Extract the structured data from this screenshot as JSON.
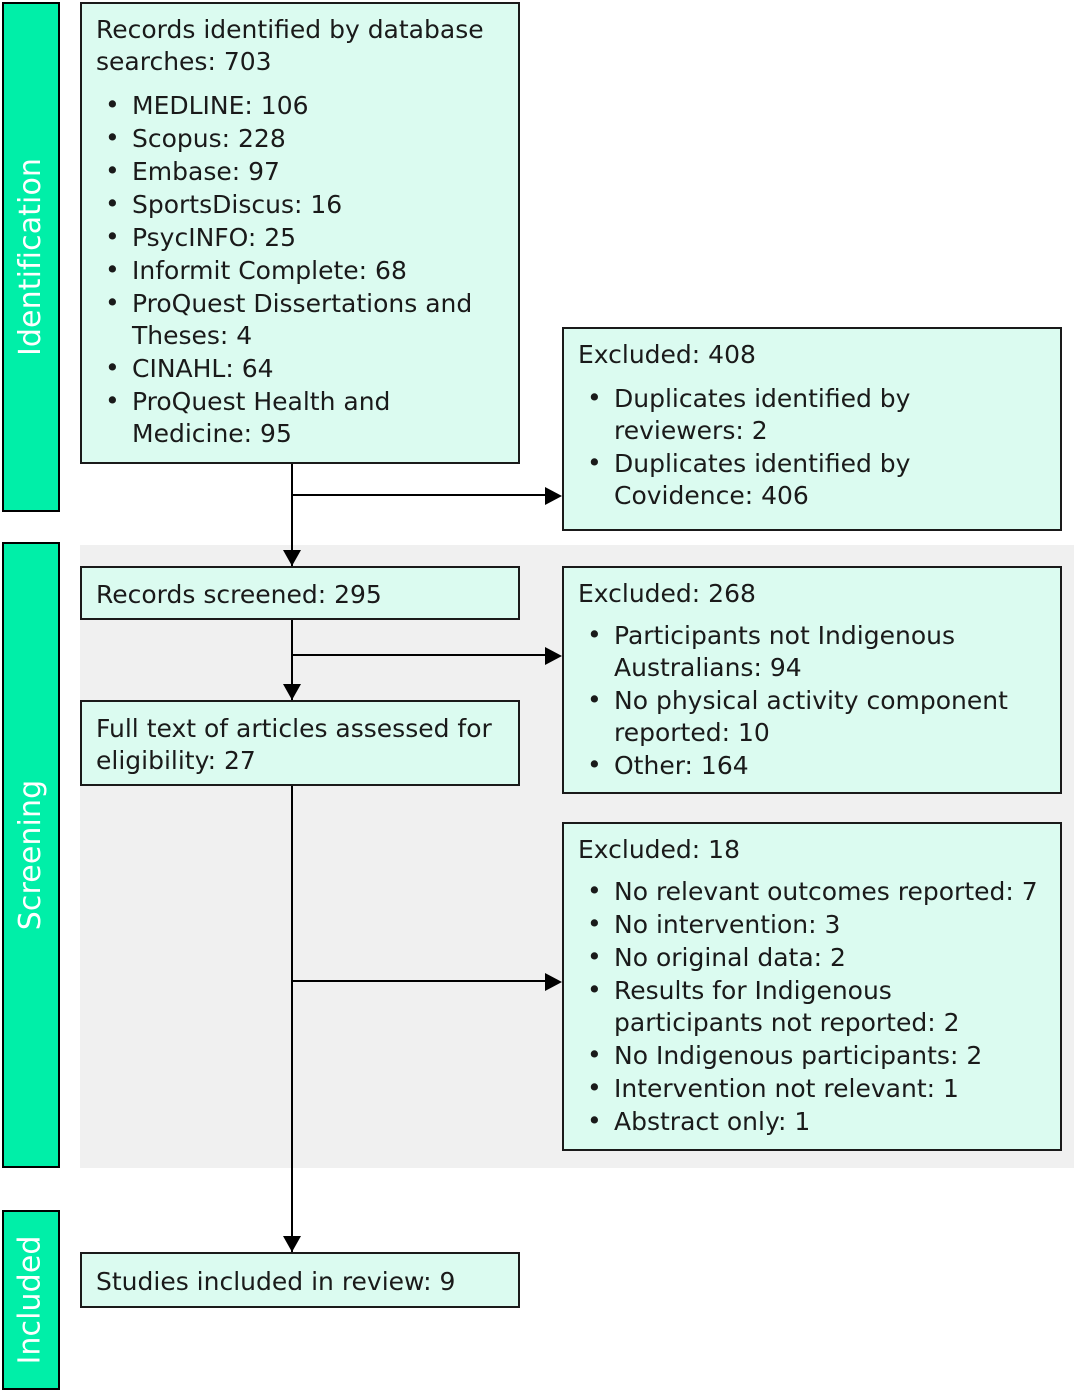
{
  "diagram": {
    "title": "PRISMA flow diagram",
    "colors": {
      "stage_bar": "#00efa8",
      "box_fill": "#dbfbf0",
      "band_fill": "#f0f0f0",
      "border": "#1a1a1a",
      "stage_label_text": "#ffffff"
    }
  },
  "stages": [
    {
      "id": "identification",
      "label": "Identification"
    },
    {
      "id": "screening",
      "label": "Screening"
    },
    {
      "id": "included",
      "label": "Included"
    }
  ],
  "boxes": {
    "identified": {
      "headline": "Records identified by database searches: 703",
      "items": [
        "MEDLINE: 106",
        "Scopus: 228",
        "Embase: 97",
        "SportsDiscus: 16",
        "PsycINFO: 25",
        "Informit Complete: 68",
        "ProQuest Dissertations and Theses: 4",
        "CINAHL: 64",
        "ProQuest Health and Medicine: 95"
      ]
    },
    "excluded_408": {
      "headline": "Excluded: 408",
      "items": [
        "Duplicates identified by reviewers: 2",
        "Duplicates identified by Covidence: 406"
      ]
    },
    "screened": {
      "headline": "Records screened: 295",
      "items": []
    },
    "excluded_268": {
      "headline": "Excluded: 268",
      "items": [
        "Participants not Indigenous Australians: 94",
        "No physical activity component reported: 10",
        "Other: 164"
      ]
    },
    "fulltext": {
      "headline": "Full text of articles assessed for eligibility: 27",
      "items": []
    },
    "excluded_18": {
      "headline": "Excluded: 18",
      "items": [
        "No relevant outcomes reported: 7",
        "No intervention: 3",
        "No original data: 2",
        "Results for Indigenous participants not reported: 2",
        "No Indigenous participants: 2",
        "Intervention not relevant: 1",
        "Abstract only: 1"
      ]
    },
    "included": {
      "headline": "Studies included in review: 9",
      "items": []
    }
  },
  "chart_data": {
    "type": "flowchart",
    "title": "PRISMA flow diagram",
    "nodes": [
      {
        "id": "identified",
        "stage": "Identification",
        "label": "Records identified by database searches",
        "value": 703
      },
      {
        "id": "excluded_408",
        "stage": "Identification",
        "label": "Excluded",
        "value": 408
      },
      {
        "id": "screened",
        "stage": "Screening",
        "label": "Records screened",
        "value": 295
      },
      {
        "id": "excluded_268",
        "stage": "Screening",
        "label": "Excluded",
        "value": 268
      },
      {
        "id": "fulltext",
        "stage": "Screening",
        "label": "Full text of articles assessed for eligibility",
        "value": 27
      },
      {
        "id": "excluded_18",
        "stage": "Screening",
        "label": "Excluded",
        "value": 18
      },
      {
        "id": "included",
        "stage": "Included",
        "label": "Studies included in review",
        "value": 9
      }
    ],
    "edges": [
      {
        "from": "identified",
        "to": "screened"
      },
      {
        "from": "identified",
        "to": "excluded_408"
      },
      {
        "from": "screened",
        "to": "fulltext"
      },
      {
        "from": "screened",
        "to": "excluded_268"
      },
      {
        "from": "fulltext",
        "to": "included"
      },
      {
        "from": "fulltext",
        "to": "excluded_18"
      }
    ],
    "breakdowns": {
      "identified": {
        "MEDLINE": 106,
        "Scopus": 228,
        "Embase": 97,
        "SportsDiscus": 16,
        "PsycINFO": 25,
        "Informit Complete": 68,
        "ProQuest Dissertations and Theses": 4,
        "CINAHL": 64,
        "ProQuest Health and Medicine": 95
      },
      "excluded_408": {
        "Duplicates identified by reviewers": 2,
        "Duplicates identified by Covidence": 406
      },
      "excluded_268": {
        "Participants not Indigenous Australians": 94,
        "No physical activity component reported": 10,
        "Other": 164
      },
      "excluded_18": {
        "No relevant outcomes reported": 7,
        "No intervention": 3,
        "No original data": 2,
        "Results for Indigenous participants not reported": 2,
        "No Indigenous participants": 2,
        "Intervention not relevant": 1,
        "Abstract only": 1
      }
    }
  }
}
